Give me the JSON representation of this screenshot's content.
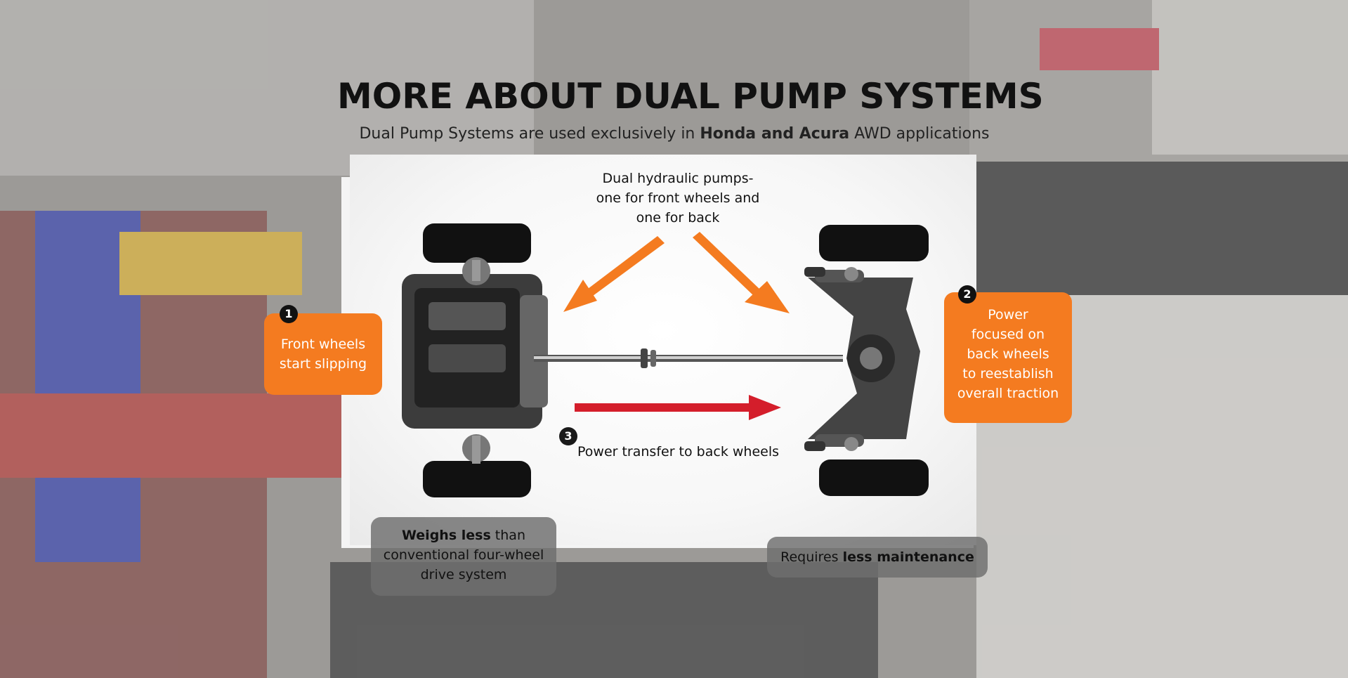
{
  "title": "MORE ABOUT DUAL PUMP SYSTEMS",
  "subtitle": {
    "pre": "Dual Pump Systems are used exclusively in ",
    "bold": "Honda and Acura",
    "post": " AWD applications"
  },
  "pump_note": {
    "lines": [
      "Dual hydraulic pumps-",
      "one for front wheels and",
      "one for back"
    ]
  },
  "callouts": [
    {
      "number": "1",
      "lines": [
        "Front wheels",
        "start slipping"
      ]
    },
    {
      "number": "2",
      "lines": [
        "Power",
        "focused on",
        "back wheels",
        "to reestablish",
        "overall traction"
      ]
    },
    {
      "number": "3",
      "text": "Power transfer to back wheels"
    }
  ],
  "benefits": {
    "left": {
      "bold": "Weighs less",
      "rest_line1": " than",
      "line2": "conventional four-wheel",
      "line3": "drive system"
    },
    "right": {
      "pre": "Requires ",
      "bold": "less maintenance"
    }
  },
  "colors": {
    "orange": "#f47b20",
    "red_arrow": "#d41e2b",
    "title": "#111111"
  }
}
